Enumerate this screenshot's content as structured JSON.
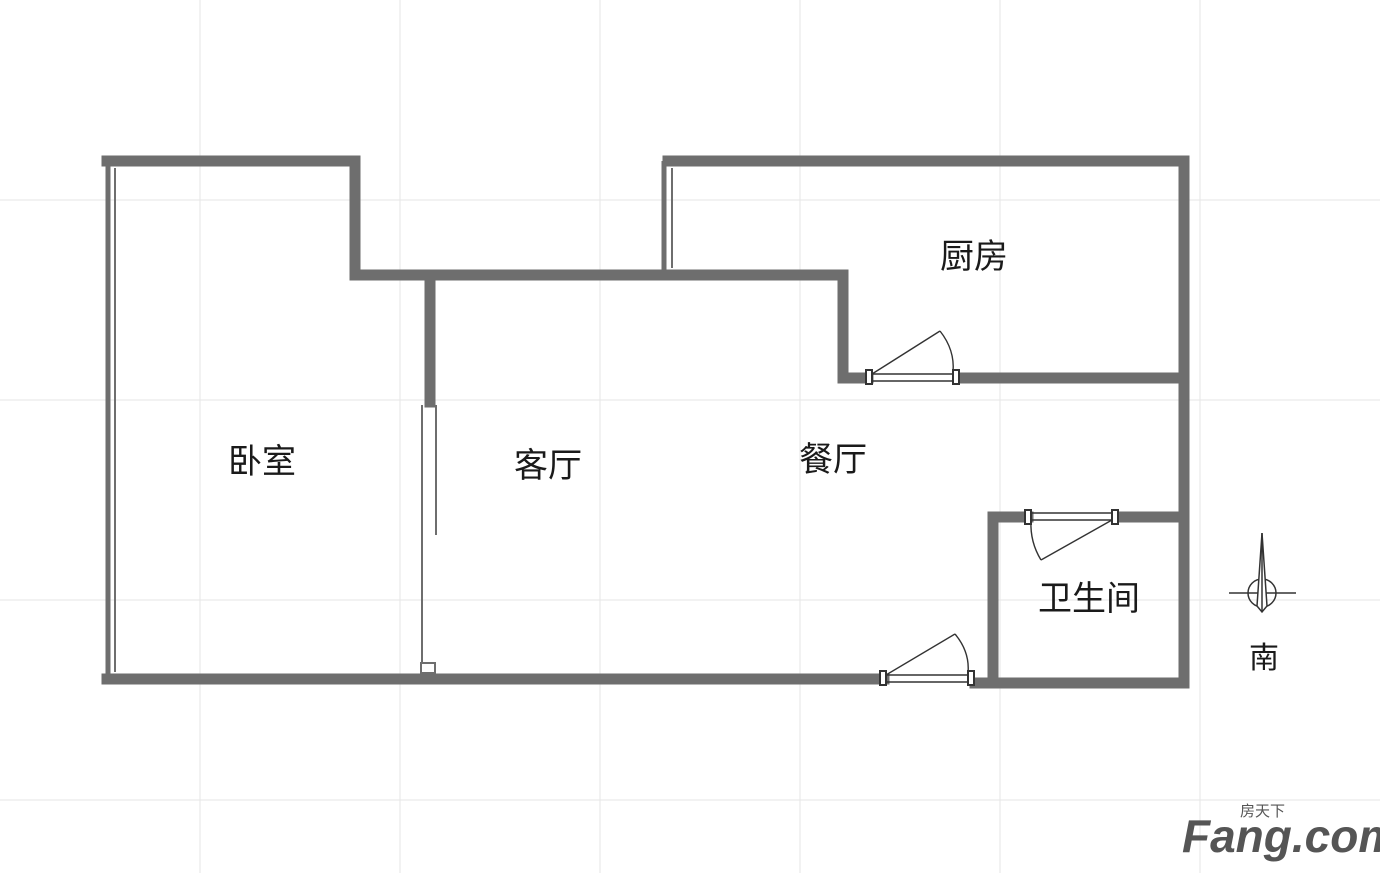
{
  "floorplan": {
    "rooms": {
      "bedroom": "卧室",
      "living_room": "客厅",
      "dining_room": "餐厅",
      "kitchen": "厨房",
      "bathroom": "卫生间"
    },
    "compass_label": "南"
  },
  "watermark": {
    "cn_text": "房天下",
    "brand_text": "Fang.com"
  },
  "colors": {
    "wall": "#6e6e6e",
    "grid": "#e6e6e6",
    "line": "#333333",
    "watermark": "#555555"
  }
}
